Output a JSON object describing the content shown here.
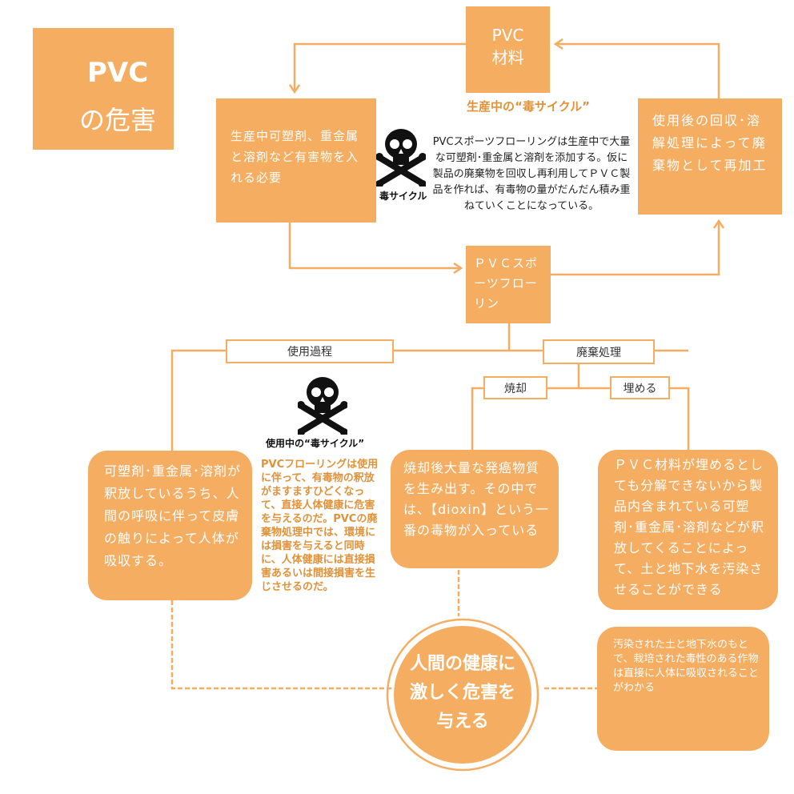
{
  "title": {
    "line1": "PVC",
    "line2": "の危害"
  },
  "nodes": {
    "pvc_material": {
      "line1": "PVC",
      "line2": "材料"
    },
    "production_cycle_title": "生産中の“毒サイクル”",
    "add_additives": "生産中可塑剤、重金属と溶剤など有害物を入れる必要",
    "skull_label_top": "毒サイクル",
    "production_desc": "PVCスポーツフローリングは生産中で大量な可塑剤･重金属と溶剤を添加する。仮に製品の廃棄物を回収し再利用してＰＶＣ製品を作れば、有毒物の量がだんだん積み重ねていくことになっている。",
    "recycle": "使用後の回収･溶解処理によって廃棄物として再加工",
    "pvc_flooring": "ＰＶＣスポーツフローリン",
    "usage_process": "使用過程",
    "disposal": "廃棄処理",
    "incineration": "焼却",
    "landfill": "埋める",
    "skull_label_mid": "使用中の“毒サイクル”",
    "usage_desc": "PVCフローリングは使用に伴って、有毒物の釈放がますますひどくなって、直接人体健康に危害を与えるのだ。PVCの廃棄物処理中では、環境には損害を与えると同時に、人体健康には直接損害あるいは間接損害を生じさせるのだ。",
    "absorb": "可塑剤･重金属･溶剤が釈放しているうち、人間の呼吸に伴って皮膚の触りによって人体が吸収する。",
    "dioxin": "焼却後大量な発癌物質を生み出す。その中では、【dioxin】という一番の毒物が入っている",
    "pollute": "ＰＶＣ材料が埋めるとしても分解できないから製品内含まれている可塑剤･重金属･溶剤などが釈放してくることによって、土と地下水を汚染させることができる",
    "health_harm": "人間の健康に激しく危害を与える",
    "crops": "汚染された土と地下水のもとで、栽培された毒性のある作物は直接に人体に吸収されることがわかる"
  },
  "colors": {
    "accent": "#f5ad62",
    "accent_text": "#e0923a",
    "dark": "#333333"
  },
  "icons": [
    "skull-crossbones-icon",
    "skull-crossbones-icon"
  ]
}
